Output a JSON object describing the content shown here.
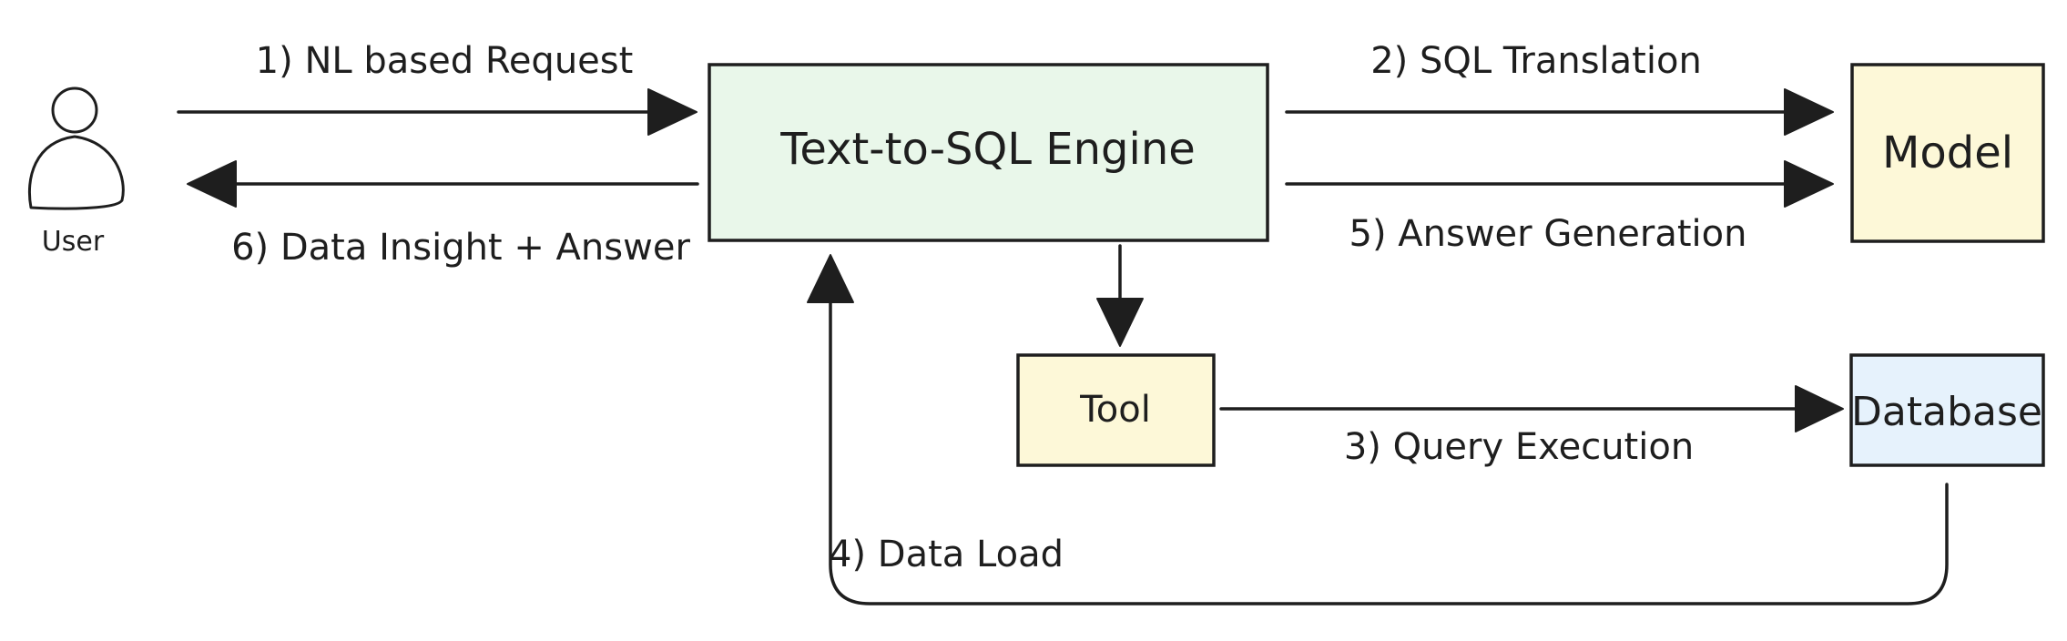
{
  "actor": {
    "label": "User"
  },
  "nodes": {
    "engine": {
      "label": "Text-to-SQL Engine",
      "fill": "#e9f7ea"
    },
    "model": {
      "label": "Model",
      "fill": "#fdf8d8"
    },
    "tool": {
      "label": "Tool",
      "fill": "#fdf8d8"
    },
    "database": {
      "label": "Database",
      "fill": "#e6f2fc"
    }
  },
  "edges": {
    "nl_request": "1) NL based Request",
    "sql_translation": "2) SQL Translation",
    "query_execution": "3) Query Execution",
    "data_load": "4) Data Load",
    "answer_generation": "5) Answer Generation",
    "data_insight": "6) Data Insight + Answer"
  },
  "colors": {
    "stroke": "#1e1e1e",
    "engine_fill": "#e9f7ea",
    "model_fill": "#fdf8d8",
    "tool_fill": "#fdf8d8",
    "database_fill": "#e6f2fc"
  }
}
